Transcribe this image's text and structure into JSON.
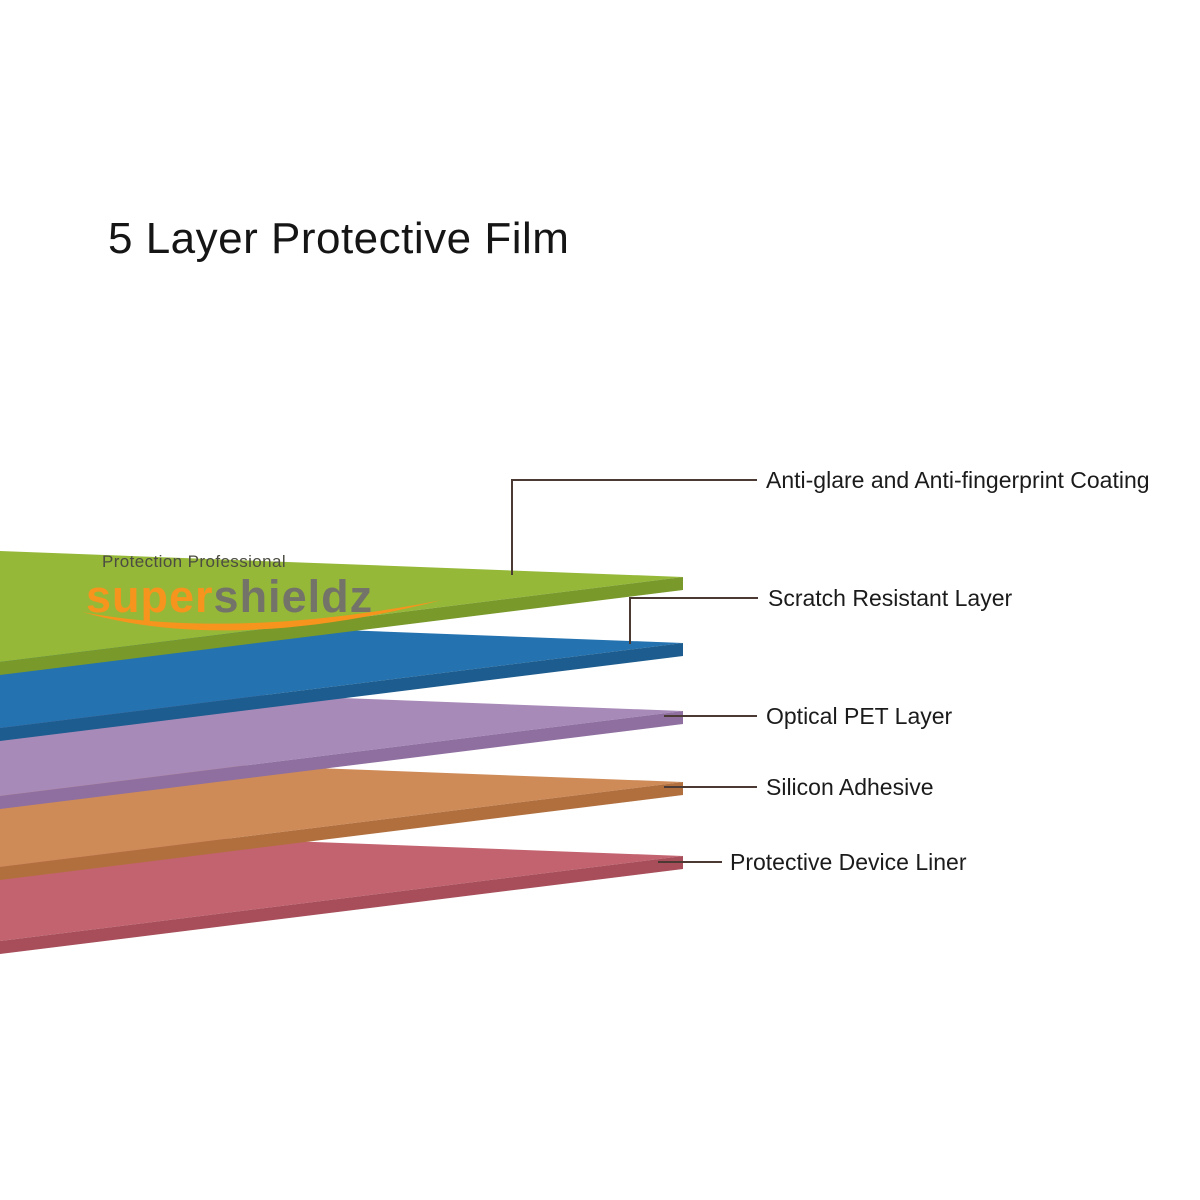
{
  "background": "#ffffff",
  "title": "5 Layer Protective Film",
  "brand": {
    "tagline": "Protection Professional",
    "wordmark_part1": "super",
    "wordmark_part2": "shieldz",
    "orange": "#f7941d",
    "wordmark_gray": "#73736a",
    "tagline_color": "#4c4c42"
  },
  "line_color": "#4b3a33",
  "label_color": "#1b1b1b",
  "layers": [
    {
      "label": "Anti-glare and Anti-fingerprint Coating",
      "top_color": "#95b838",
      "edge_color": "#79992a"
    },
    {
      "label": "Scratch Resistant Layer",
      "top_color": "#2472af",
      "edge_color": "#1c5c8e"
    },
    {
      "label": "Optical PET Layer",
      "top_color": "#a88ab9",
      "edge_color": "#8e6fa0"
    },
    {
      "label": "Silicon Adhesive",
      "top_color": "#ce8b58",
      "edge_color": "#b26f3e"
    },
    {
      "label": "Protective Device Liner",
      "top_color": "#c3636f",
      "edge_color": "#a74e5a"
    }
  ]
}
